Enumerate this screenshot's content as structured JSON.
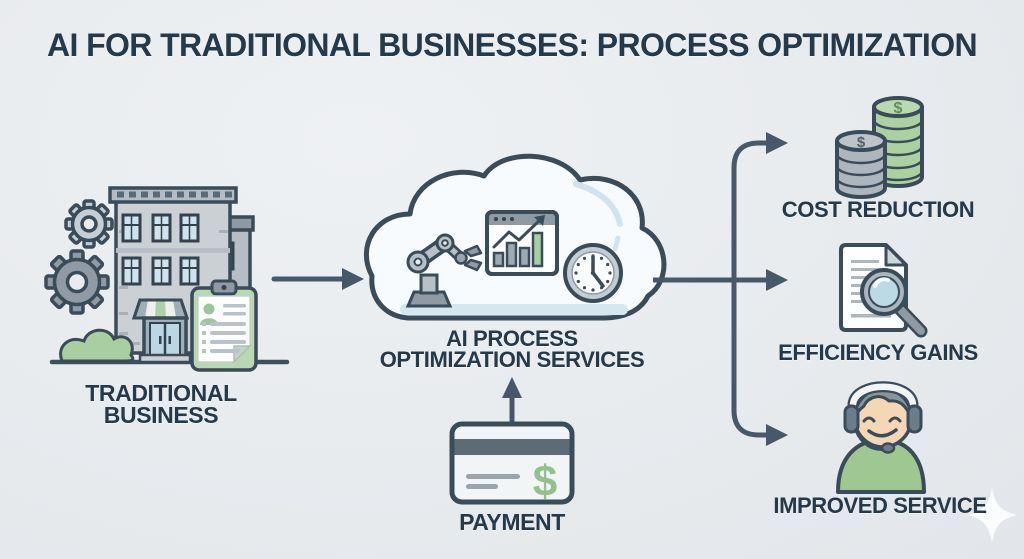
{
  "title": "AI FOR TRADITIONAL BUSINESSES: PROCESS OPTIMIZATION",
  "nodes": {
    "traditional_business": {
      "line1": "TRADITIONAL",
      "line2": "BUSINESS"
    },
    "ai_services": {
      "line1": "AI PROCESS",
      "line2": "OPTIMIZATION SERVICES"
    },
    "payment": {
      "label": "PAYMENT",
      "currency_symbol": "$"
    },
    "cost_reduction": {
      "label": "COST REDUCTION",
      "coin_symbol_gray": "$",
      "coin_symbol_green": "$"
    },
    "efficiency_gains": {
      "label": "EFFICIENCY GAINS"
    },
    "improved_service": {
      "label": "IMPROVED SERVICE"
    }
  },
  "colors": {
    "background": "#e8ebee",
    "outline": "#3a4b59",
    "text": "#24394a",
    "arrow": "#47586a",
    "green_accent": "#a8cfa0",
    "blue_tint": "#cfe3ee",
    "gray_fill": "#c9ced3"
  }
}
